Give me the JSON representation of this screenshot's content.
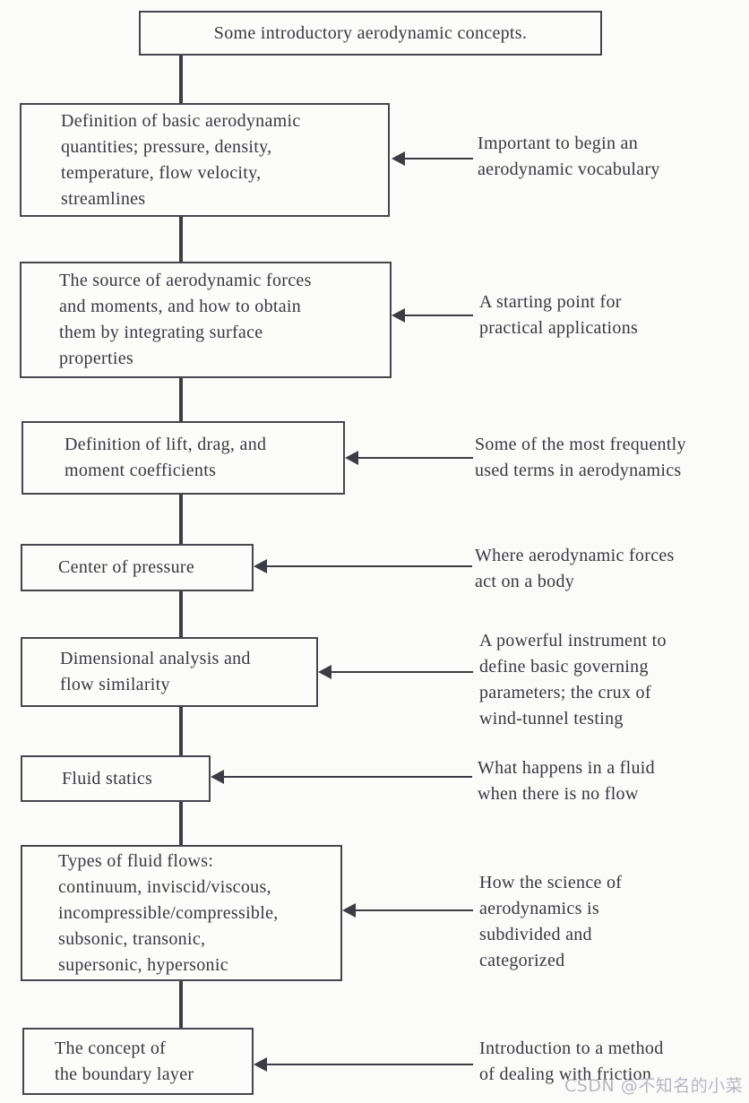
{
  "colors": {
    "ink": "#3c3c44",
    "paper": "#fbfbfa",
    "watermark": "#b7b7c1"
  },
  "title_box": {
    "label": "Some introductory aerodynamic concepts."
  },
  "rows": [
    {
      "box": "Definition of basic aerodynamic\nquantities; pressure, density,\ntemperature, flow velocity,\nstreamlines",
      "note": "Important to begin an\naerodynamic vocabulary"
    },
    {
      "box": "The source of aerodynamic forces\nand moments, and how to obtain\nthem by integrating surface\nproperties",
      "note": "A starting point for\npractical applications"
    },
    {
      "box": "Definition of lift, drag, and\nmoment coefficients",
      "note": "Some of the most frequently\nused terms in aerodynamics"
    },
    {
      "box": "Center of pressure",
      "note": "Where aerodynamic forces\nact on a body"
    },
    {
      "box": "Dimensional analysis and\nflow similarity",
      "note": "A powerful instrument to\ndefine basic governing\nparameters; the crux of\nwind-tunnel testing"
    },
    {
      "box": "Fluid statics",
      "note": "What happens in a fluid\nwhen there is no flow"
    },
    {
      "box": "Types of fluid flows:\ncontinuum, inviscid/viscous,\nincompressible/compressible,\nsubsonic, transonic,\nsupersonic, hypersonic",
      "note": "How the science of\naerodynamics is\nsubdivided and\ncategorized"
    },
    {
      "box": "The concept of\nthe boundary layer",
      "note": "Introduction to a method\nof dealing with friction"
    }
  ],
  "watermark": {
    "text": "CSDN @不知名的小菜"
  }
}
